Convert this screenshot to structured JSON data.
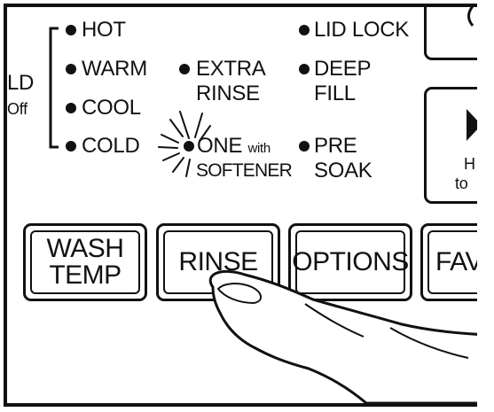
{
  "wash_temp_options": {
    "hot": "HOT",
    "warm": "WARM",
    "cool": "COOL",
    "cold": "COLD"
  },
  "partial_left": {
    "line1": "LD",
    "line2": "Off"
  },
  "rinse_options": {
    "extra_rinse_line1": "EXTRA",
    "extra_rinse_line2": "RINSE",
    "one_with_softener_line1_a": "ONE",
    "one_with_softener_line1_b": "with",
    "one_with_softener_line2": "SOFTENER"
  },
  "other_options": {
    "lid_lock": "LID LOCK",
    "deep_fill_line1": "DEEP",
    "deep_fill_line2": "FILL",
    "pre_soak_line1": "PRE",
    "pre_soak_line2": "SOAK"
  },
  "side_button_partial": {
    "line1": "H",
    "line2": "to"
  },
  "buttons": {
    "wash_temp": "WASH\nTEMP",
    "rinse": "RINSE",
    "options": "OPTIONS",
    "fav_partial": "FAV"
  },
  "colors": {
    "ink": "#111111",
    "background": "#ffffff"
  },
  "icons": {
    "blinking_indicator": "led-blinking-icon",
    "finger": "finger-press-icon"
  }
}
